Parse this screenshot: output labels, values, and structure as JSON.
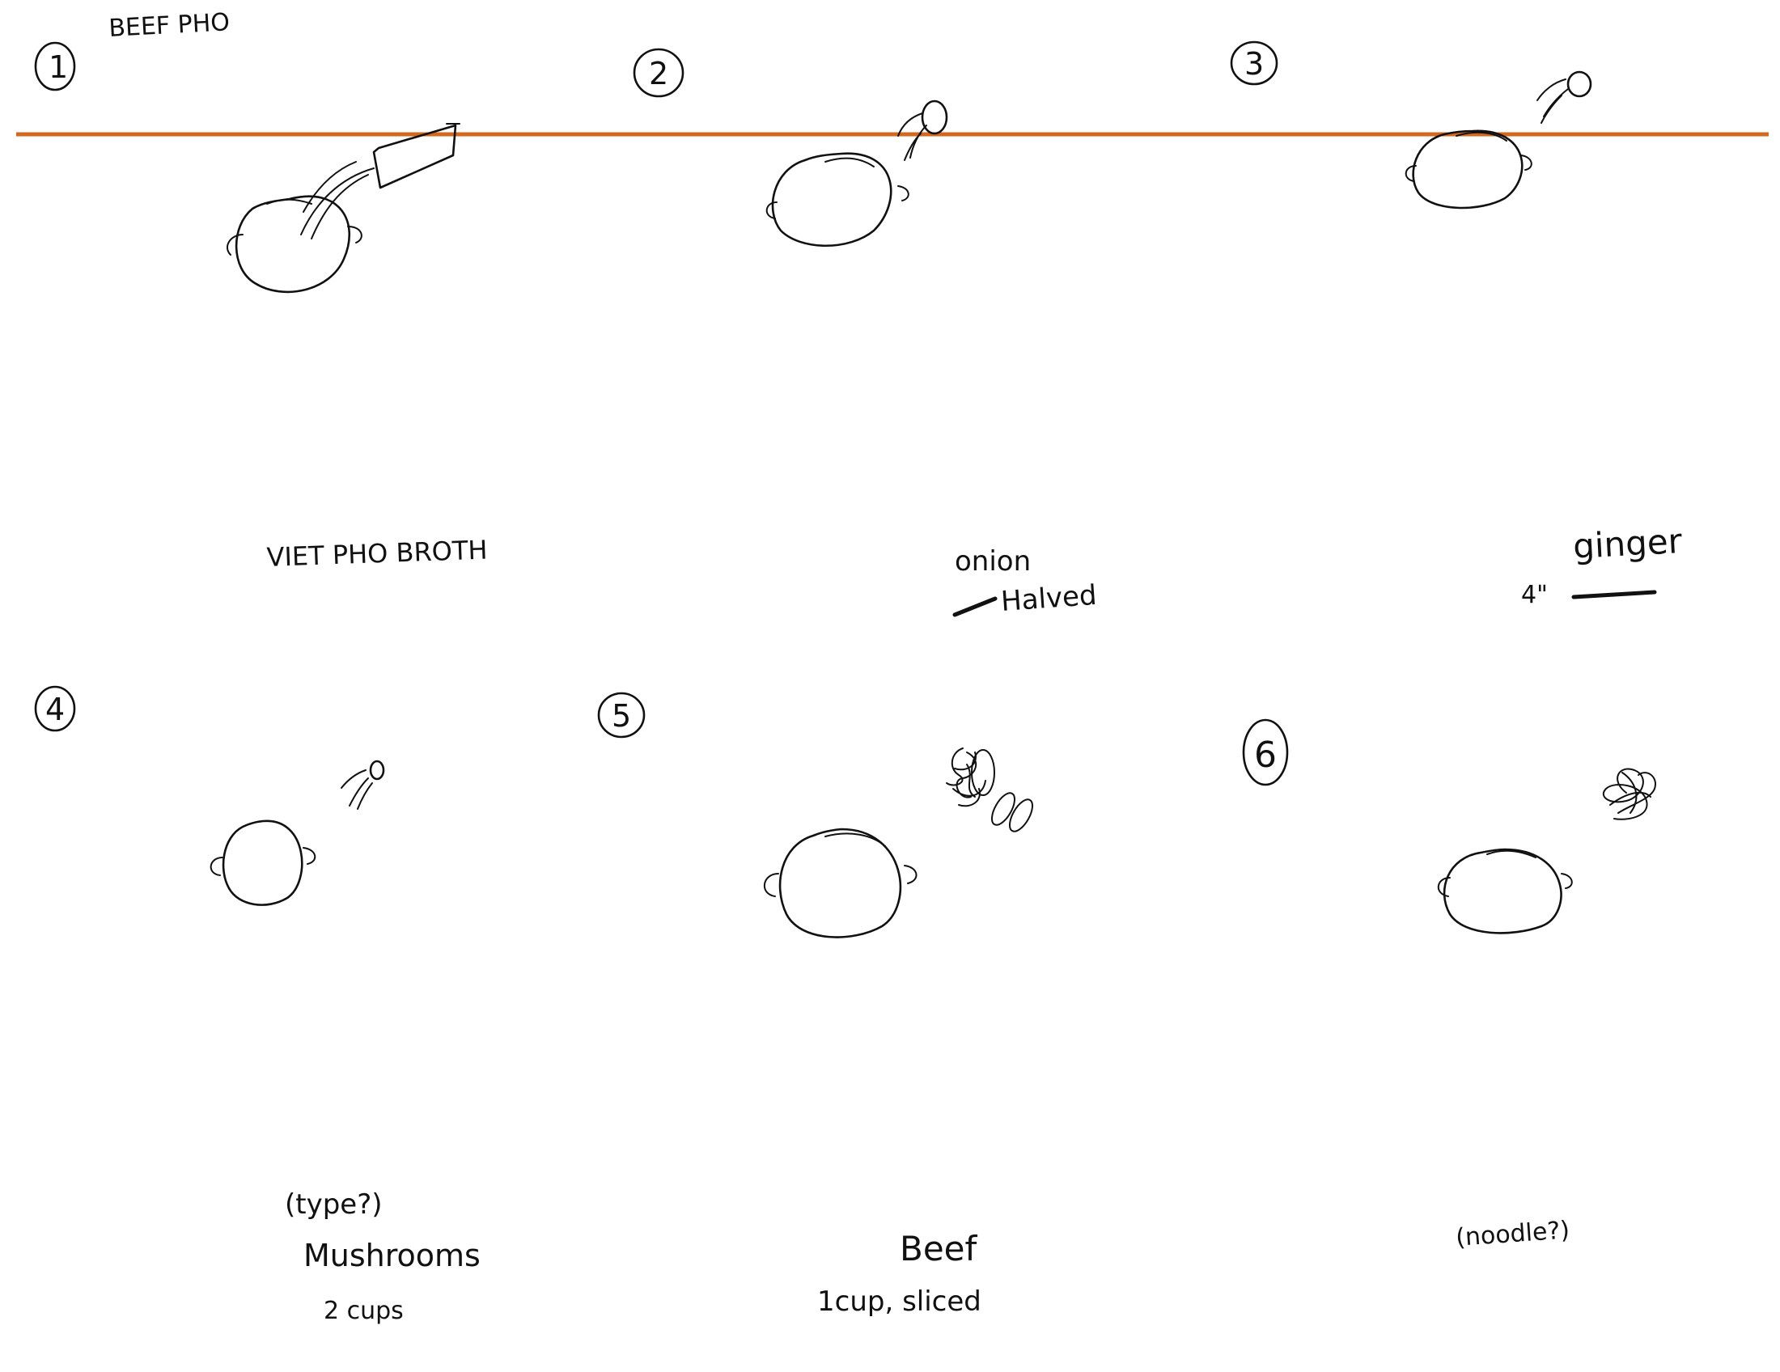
{
  "title": "BEEF PHO",
  "colors": {
    "ink": "#111111",
    "rule_line": "#d2691e",
    "paper": "#ffffff"
  },
  "panels": [
    {
      "number": "1",
      "label_lines": [
        "VIET PHO BROTH"
      ],
      "prop": "carton-pouring"
    },
    {
      "number": "2",
      "label_lines": [
        "onion",
        "Halved"
      ],
      "prop": "onion-tossed"
    },
    {
      "number": "3",
      "label_lines": [
        "ginger",
        "4\""
      ],
      "prop": "ginger-tossed"
    },
    {
      "number": "4",
      "label_lines": [
        "(type?)",
        "Mushrooms",
        "2 cups"
      ],
      "prop": "mushroom-tossed"
    },
    {
      "number": "5",
      "label_lines": [
        "Beef",
        "1cup, sliced"
      ],
      "prop": "beef-slices"
    },
    {
      "number": "6",
      "label_lines": [
        "(noodle?)"
      ],
      "prop": "noodle-tangle"
    }
  ]
}
